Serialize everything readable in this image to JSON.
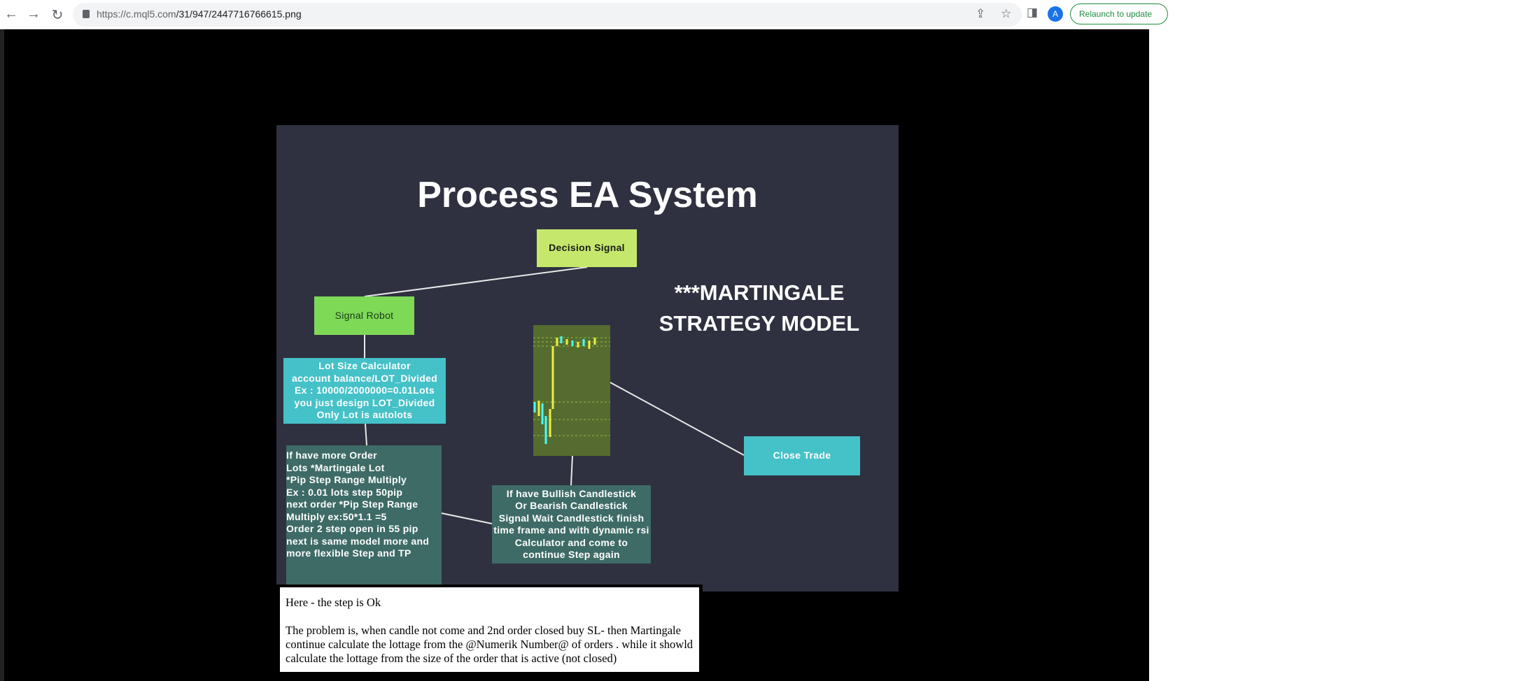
{
  "browser": {
    "url_host": "https://c.mql5.com",
    "url_path": "/31/947/2447716766615.png",
    "avatar_initial": "A",
    "relaunch_label": "Relaunch to update"
  },
  "diagram": {
    "title": "Process EA System",
    "decision_signal": "Decision Signal",
    "signal_robot": "Signal Robot",
    "martingale_line1": "***MARTINGALE",
    "martingale_line2": "STRATEGY MODEL",
    "lot_size": [
      "Lot Size Calculator",
      "account balance/LOT_Divided",
      "Ex : 10000/2000000=0.01Lots",
      "you just design LOT_Divided",
      "Only Lot is autolots"
    ],
    "more_order": [
      "If have more Order",
      "Lots *Martingale Lot",
      "*Pip Step Range  Multiply",
      "Ex : 0.01 lots step 50pip",
      "next order *Pip Step Range",
      "Multiply ex:50*1.1 =5",
      "Order 2 step open in 55 pip",
      "next is same model more and",
      "more flexible Step and TP"
    ],
    "candlestick": [
      "If have Bullish Candlestick",
      "Or Bearish Candlestick",
      "Signal  Wait Candlestick finish",
      "time frame and with dynamic rsi",
      "Calculator and come to",
      "continue Step again"
    ],
    "close_trade": "Close Trade",
    "colors": {
      "bg": "#2f3140",
      "decision": "#c5e86c",
      "robot": "#7ed957",
      "cyan": "#45c1c8",
      "teal": "#3e6b66",
      "chart": "#556b2f"
    }
  },
  "note": {
    "line1": "Here - the step is Ok",
    "paragraph": "The problem is, when candle not come and 2nd order closed buy SL- then Martingale continue calculate the lottage from the @Numerik Number@ of orders . while it showld calculate the lottage from the size of the order that is active (not closed)"
  }
}
